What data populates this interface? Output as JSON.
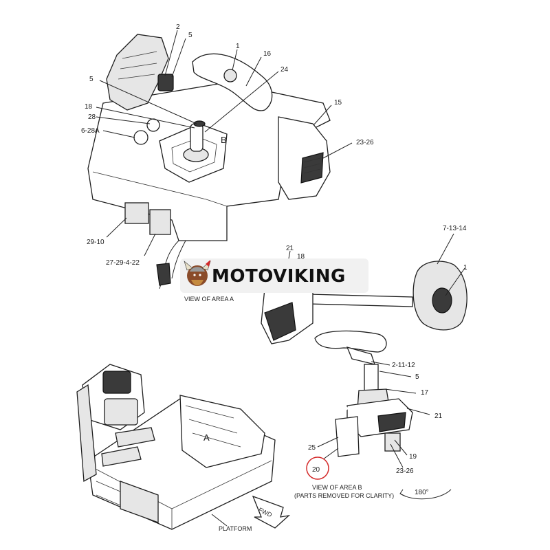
{
  "brand": {
    "name": "MOTOVIKING"
  },
  "diagram": {
    "callouts": {
      "c2": "2",
      "c5a": "5",
      "c1a": "1",
      "c16": "16",
      "c24": "24",
      "c5b": "5",
      "c18a": "18",
      "c28": "28",
      "c628a": "6-28A",
      "c15": "15",
      "c2326a": "23-26",
      "cB": "B",
      "c2910": "29-10",
      "c2729422": "27-29-4-22",
      "c21a": "21",
      "c18b": "18",
      "c71314": "7-13-14",
      "c1b": "1",
      "c21112": "2-11-12",
      "c5c": "5",
      "c17": "17",
      "c21b": "21",
      "c25": "25",
      "c19": "19",
      "c2326b": "23-26",
      "c20": "20",
      "cA": "A"
    },
    "captions": {
      "view_a": "VIEW OF AREA  A",
      "view_b_line1": "VIEW OF AREA  B",
      "view_b_line2": "(PARTS REMOVED FOR CLARITY)",
      "rotation": "180°",
      "fwd": "FWD",
      "platform": "PLATFORM"
    },
    "highlight_color": "#d42a2a"
  }
}
